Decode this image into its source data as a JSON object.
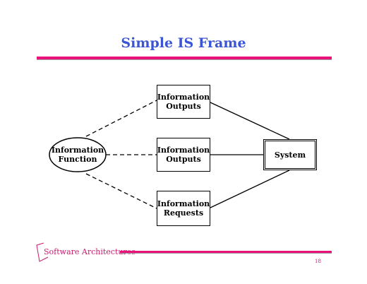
{
  "slide": {
    "title": "Simple IS Frame",
    "footer": "Software Architectures",
    "page_number": "18"
  },
  "diagram": {
    "function_node": {
      "line1": "Information",
      "line2": "Function"
    },
    "boxes": [
      {
        "line1": "Information",
        "line2": "Outputs"
      },
      {
        "line1": "Information",
        "line2": "Outputs"
      },
      {
        "line1": "Information",
        "line2": "Requests"
      }
    ],
    "system_node": "System"
  },
  "colors": {
    "title": "#3a56d6",
    "accent": "#e8127a",
    "footer_text": "#cc1a6e"
  }
}
